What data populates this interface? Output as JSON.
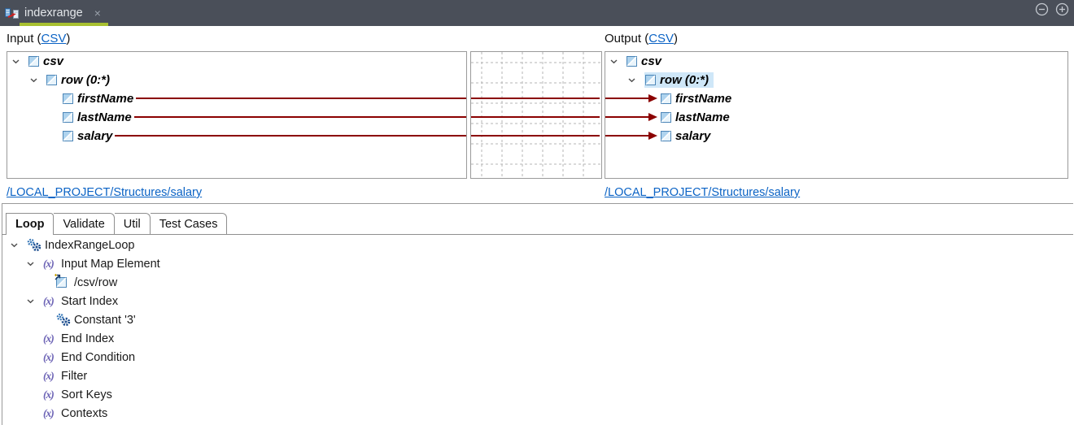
{
  "titlebar": {
    "tab_label": "indexrange",
    "close_glyph": "×"
  },
  "icons": {
    "function_glyph": "(x)"
  },
  "input_panel": {
    "header_prefix": "Input (",
    "header_link": "CSV",
    "header_suffix": ")",
    "tree": {
      "root": "csv",
      "row": "row (0:*)",
      "fields": [
        "firstName",
        "lastName",
        "salary"
      ]
    },
    "structure_link": "/LOCAL_PROJECT/Structures/salary"
  },
  "output_panel": {
    "header_prefix": "Output (",
    "header_link": "CSV",
    "header_suffix": ")",
    "tree": {
      "root": "csv",
      "row": "row (0:*)",
      "fields": [
        "firstName",
        "lastName",
        "salary"
      ]
    },
    "selected_node": "row (0:*)",
    "structure_link": "/LOCAL_PROJECT/Structures/salary"
  },
  "mappings": [
    {
      "from": "firstName",
      "to": "firstName"
    },
    {
      "from": "lastName",
      "to": "lastName"
    },
    {
      "from": "salary",
      "to": "salary"
    }
  ],
  "tabs": [
    "Loop",
    "Validate",
    "Util",
    "Test Cases"
  ],
  "active_tab": "Loop",
  "loop_tree": {
    "root": "IndexRangeLoop",
    "items": [
      "Input Map Element",
      "/csv/row",
      "Start Index",
      "Constant '3'",
      "End Index",
      "End Condition",
      "Filter",
      "Sort Keys",
      "Contexts"
    ]
  },
  "colors": {
    "titlebar_bg": "#4a4f59",
    "active_tab_underline": "#a8c030",
    "connection_line": "#8b0000",
    "link_blue": "#0b63c5",
    "selection_bg": "#cfe7f8"
  }
}
